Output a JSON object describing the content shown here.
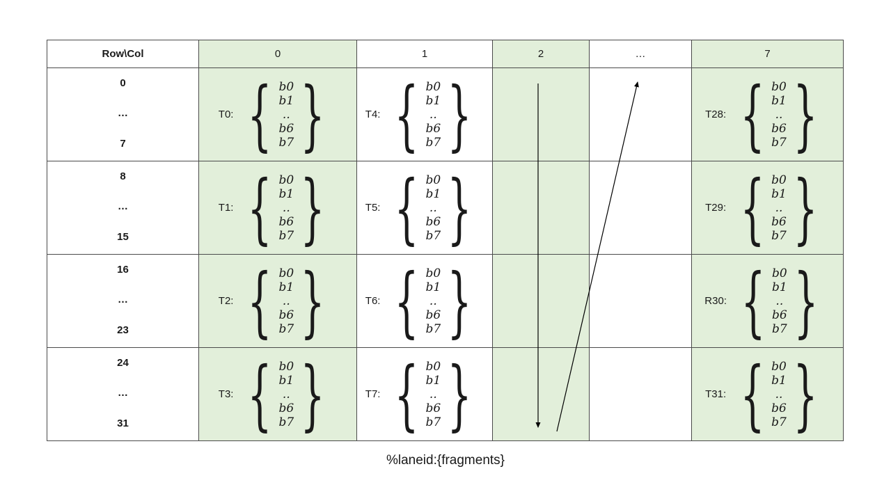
{
  "table": {
    "header": [
      "Row\\Col",
      "0",
      "1",
      "2",
      "…",
      "7"
    ],
    "rows": [
      {
        "labels": [
          "0",
          "…",
          "7"
        ],
        "c0": "T0:",
        "c1": "T4:",
        "c7": "T28:"
      },
      {
        "labels": [
          "8",
          "…",
          "15"
        ],
        "c0": "T1:",
        "c1": "T5:",
        "c7": "T29:"
      },
      {
        "labels": [
          "16",
          "…",
          "23"
        ],
        "c0": "T2:",
        "c1": "T6:",
        "c7": "R30:"
      },
      {
        "labels": [
          "24",
          "…",
          "31"
        ],
        "c0": "T3:",
        "c1": "T7:",
        "c7": "T31:"
      }
    ]
  },
  "fragments": [
    "b0",
    "b1",
    "..",
    "b6",
    "b7"
  ],
  "braces": {
    "left": "{",
    "right": "}"
  },
  "caption": "%laneid:{fragments}",
  "colors": {
    "shade": "#e2efda",
    "border": "#4a4a4a",
    "arrow": "#000000"
  }
}
